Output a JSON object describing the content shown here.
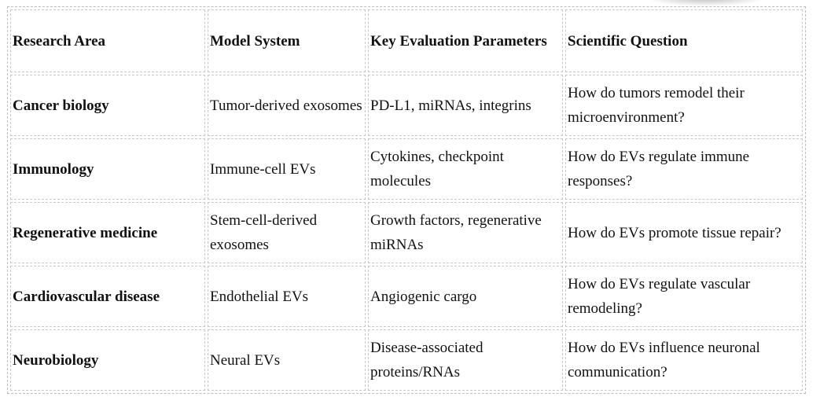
{
  "table": {
    "headers": [
      "Research Area",
      "Model System",
      "Key Evaluation Parameters",
      "Scientific Question"
    ],
    "rows": [
      [
        "Cancer biology",
        "Tumor-derived exosomes",
        "PD-L1, miRNAs, integrins",
        "How do tumors remodel their microenvironment?"
      ],
      [
        "Immunology",
        "Immune-cell EVs",
        "Cytokines, checkpoint molecules",
        "How do EVs regulate immune responses?"
      ],
      [
        "Regenerative medicine",
        "Stem-cell-derived exosomes",
        "Growth factors, regenerative miRNAs",
        "How do EVs promote tissue repair?"
      ],
      [
        "Cardiovascular disease",
        "Endothelial EVs",
        "Angiogenic cargo",
        "How do EVs regulate vascular remodeling?"
      ],
      [
        "Neurobiology",
        "Neural EVs",
        "Disease-associated proteins/RNAs",
        "How do EVs influence neuronal communication?"
      ]
    ]
  }
}
